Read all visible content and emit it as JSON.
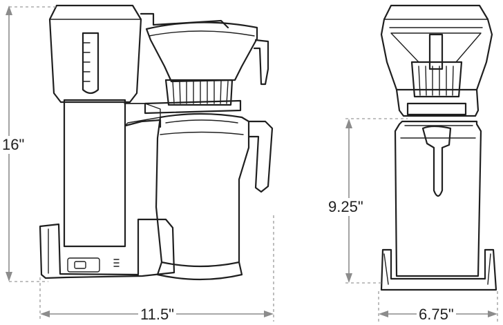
{
  "dimensions": {
    "height_total": "16\"",
    "height_carafe": "9.25\"",
    "width_side": "11.5\"",
    "width_front": "6.75\""
  }
}
